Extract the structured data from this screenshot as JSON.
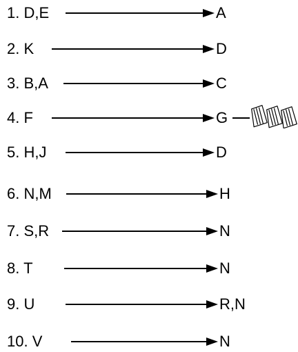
{
  "rows": [
    {
      "source": "1.  D,E",
      "target": "A"
    },
    {
      "source": "2.  K",
      "target": "D"
    },
    {
      "source": "3.  B,A",
      "target": "C"
    },
    {
      "source": "4.  F",
      "target": "G"
    },
    {
      "source": "5.  H,J",
      "target": "D"
    },
    {
      "source": "6.  N,M",
      "target": "H"
    },
    {
      "source": "7.  S,R",
      "target": "N"
    },
    {
      "source": "8.  T",
      "target": "N"
    },
    {
      "source": "9.  U",
      "target": "R,N"
    },
    {
      "source": "10.  V",
      "target": "N"
    }
  ]
}
